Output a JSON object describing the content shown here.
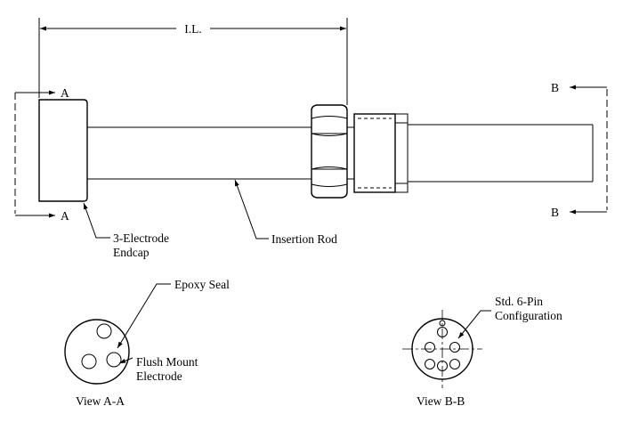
{
  "labels": {
    "insertion_length": "I.L.",
    "section_a_top": "A",
    "section_a_bottom": "A",
    "section_b_top": "B",
    "section_b_bottom": "B",
    "endcap_line1": "3-Electrode",
    "endcap_line2": "Endcap",
    "insertion_rod": "Insertion Rod",
    "epoxy_seal": "Epoxy Seal",
    "flush_mount_line1": "Flush Mount",
    "flush_mount_line2": "Electrode",
    "view_a": "View A-A",
    "pin_config_line1": "Std. 6-Pin",
    "pin_config_line2": "Configuration",
    "view_b": "View B-B"
  },
  "colors": {
    "line": "#000000",
    "background": "#ffffff"
  }
}
